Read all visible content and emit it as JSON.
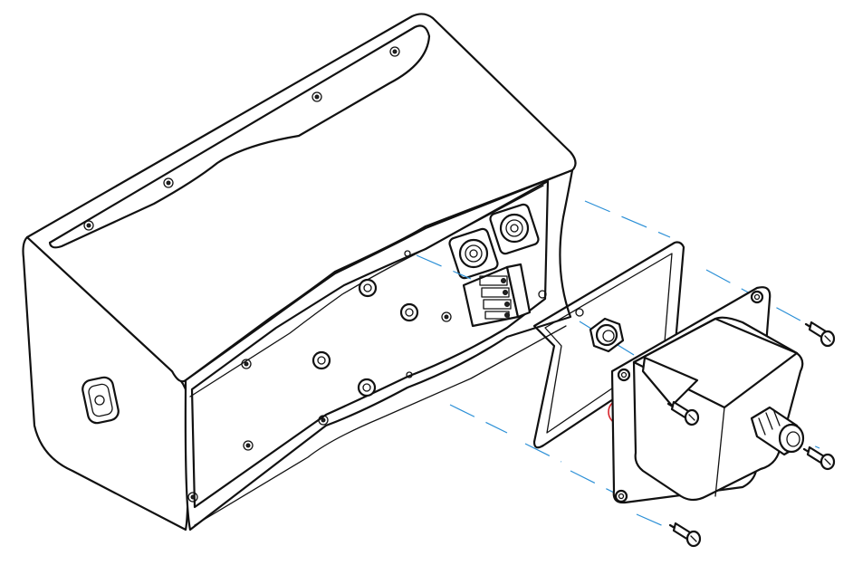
{
  "colors": {
    "line": "#111111",
    "background": "#ffffff",
    "guide": "#2a8fd6",
    "highlight": "#d8232a",
    "terminal": "#3b7fc4"
  },
  "parts": [
    {
      "name": "speaker-cabinet"
    },
    {
      "name": "terminal-cover-gasket"
    },
    {
      "name": "cable-gland-nut"
    },
    {
      "name": "terminal-cover"
    },
    {
      "name": "cable-gland"
    },
    {
      "name": "mounting-screw",
      "count": 4
    }
  ]
}
